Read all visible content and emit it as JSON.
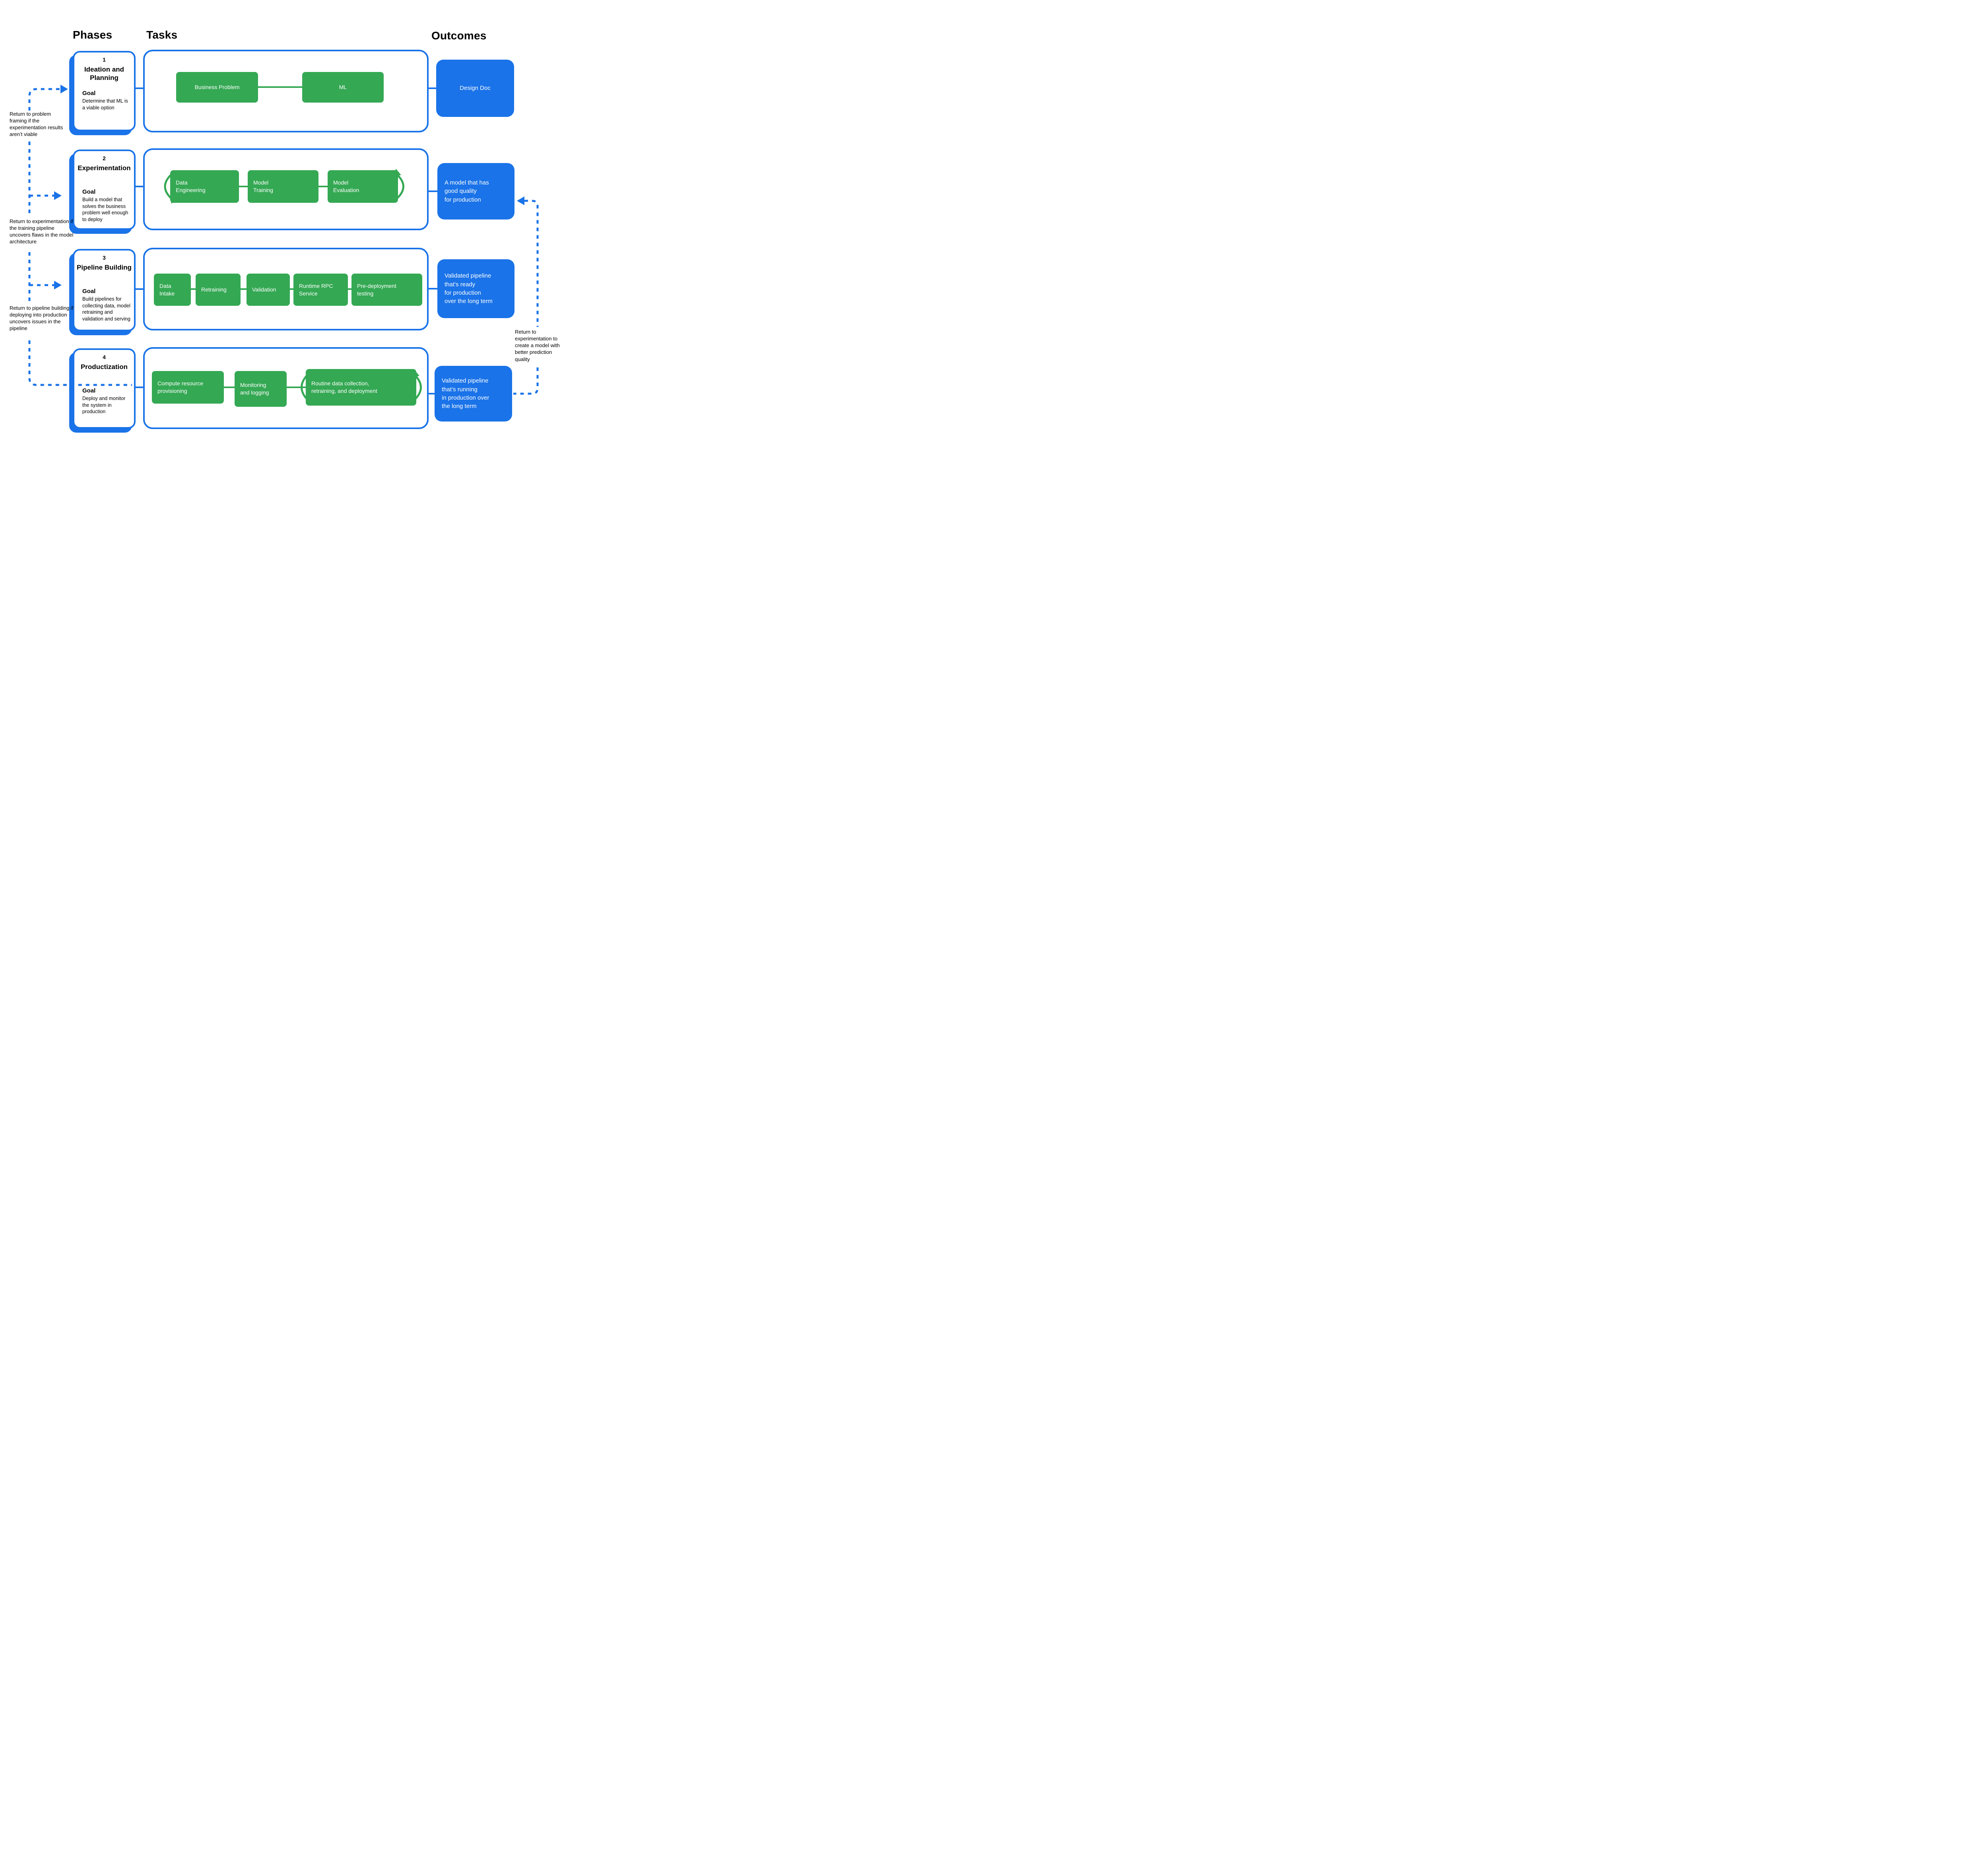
{
  "headers": {
    "phases": "Phases",
    "tasks": "Tasks",
    "outcomes": "Outcomes"
  },
  "colors": {
    "accent_blue": "#1A73E8",
    "task_green": "#34A853",
    "text": "#000000",
    "box_text": "#FFFFFF"
  },
  "rows": [
    {
      "phase": {
        "number": "1",
        "title": "Ideation and\nPlanning",
        "goal_label": "Goal",
        "goal": "Determine that ML is a viable option"
      },
      "tasks": [
        "Business Problem",
        "ML"
      ],
      "outcome": "Design Doc"
    },
    {
      "phase": {
        "number": "2",
        "title": "Experimentation",
        "goal_label": "Goal",
        "goal": "Build a model that solves the business problem well enough to deploy"
      },
      "tasks": [
        "Data\nEngineering",
        "Model\nTraining",
        "Model\nEvaluation"
      ],
      "outcome": "A model that has\ngood quality\nfor production"
    },
    {
      "phase": {
        "number": "3",
        "title": "Pipeline Building",
        "goal_label": "Goal",
        "goal": "Build pipelines for collecting data, model retraining and validation and serving"
      },
      "tasks": [
        "Data\nIntake",
        "Retraining",
        "Validation",
        "Runtime RPC\nService",
        "Pre-deployment\ntesting"
      ],
      "outcome": "Validated pipeline\nthat’s ready\nfor production\nover the long term"
    },
    {
      "phase": {
        "number": "4",
        "title": "Productization",
        "goal_label": "Goal",
        "goal": "Deploy and monitor the system in production"
      },
      "tasks": [
        "Compute  resource\nprovisioning",
        "Monitoring\nand logging",
        "Routine data collection,\nretraining, and deployment"
      ],
      "outcome": "Validated pipeline\nthat’s running\nin production over\nthe long term"
    }
  ],
  "notes": {
    "left": [
      "Return to problem framing if the experimentation results aren’t viable",
      "Return to experimentation if the training pipeline uncovers flaws in the model architecture",
      "Return to pipeline building if deploying into production uncovers issues in the pipeline"
    ],
    "right": "Return to experimentation to create a model with better prediction quality"
  }
}
